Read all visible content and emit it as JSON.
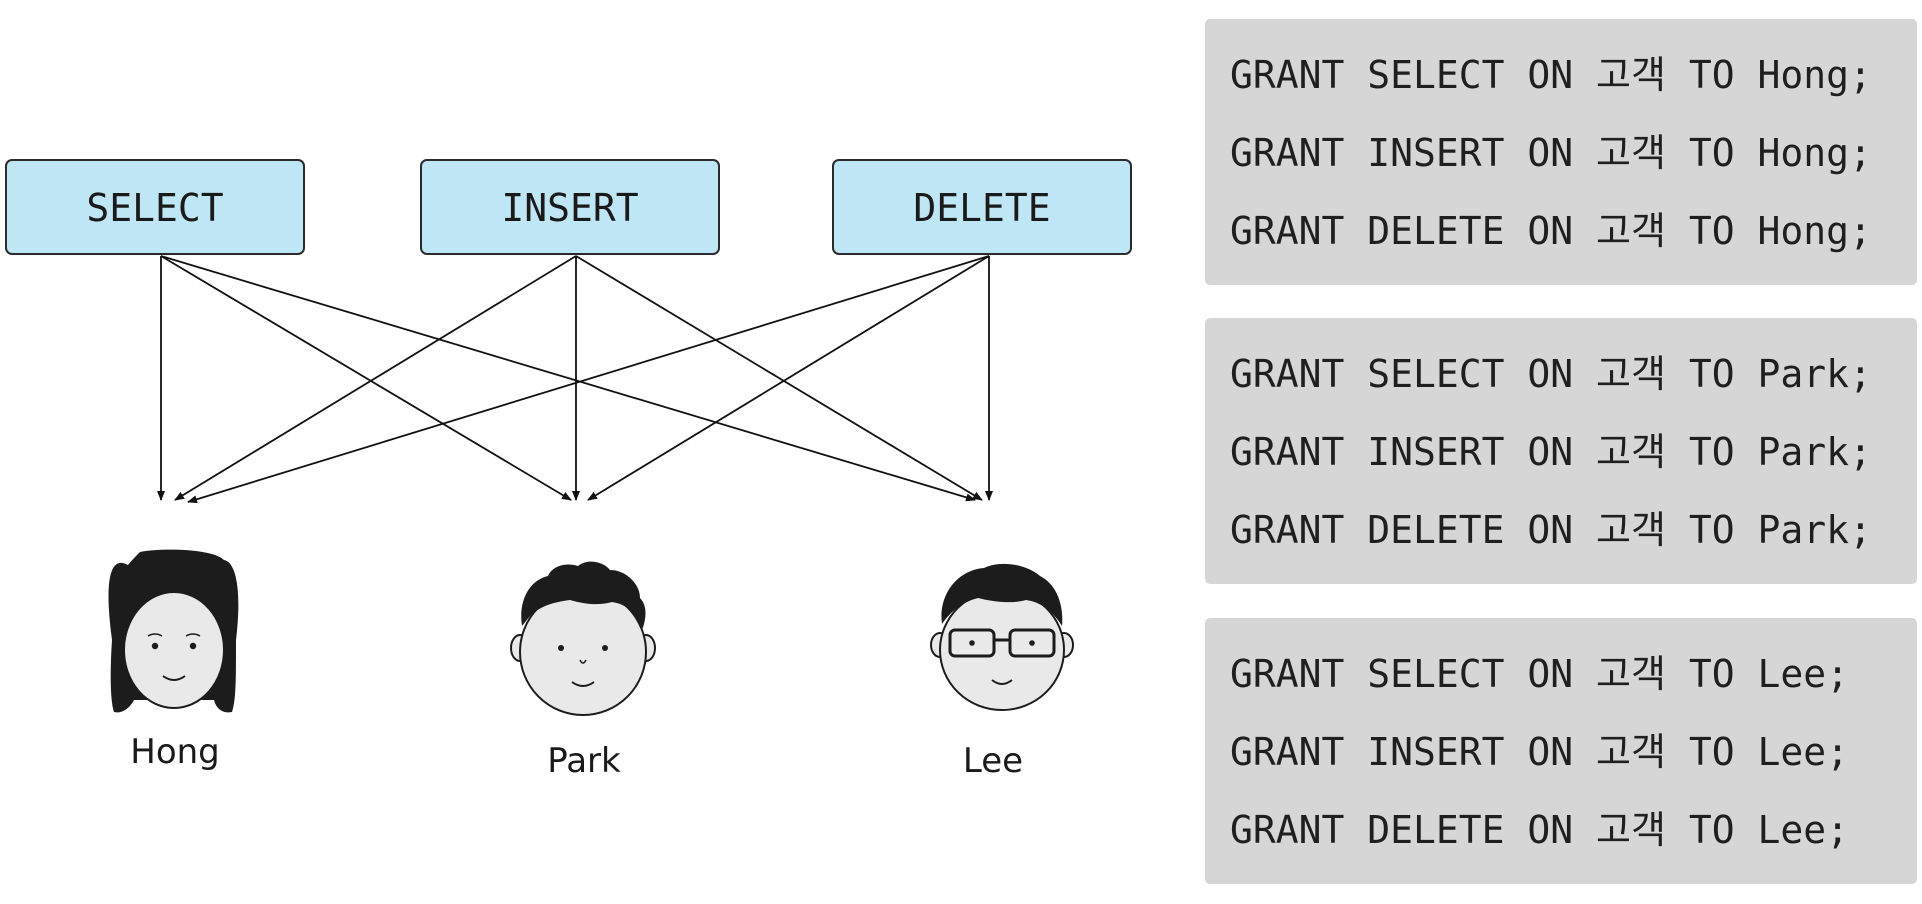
{
  "privileges": [
    {
      "id": "select",
      "label": "SELECT"
    },
    {
      "id": "insert",
      "label": "INSERT"
    },
    {
      "id": "delete",
      "label": "DELETE"
    }
  ],
  "users": [
    {
      "id": "hong",
      "name": "Hong"
    },
    {
      "id": "park",
      "name": "Park"
    },
    {
      "id": "lee",
      "name": "Lee"
    }
  ],
  "colors": {
    "privilege_box_fill": "#bfe6f5",
    "privilege_box_border": "#2b2b2b",
    "code_panel_bg": "#d6d6d6",
    "arrow": "#111111",
    "face_skin": "#e9e9e9",
    "hair": "#1c1c1c"
  },
  "grant_panels": [
    {
      "user": "Hong",
      "lines": [
        "GRANT SELECT ON 고객 TO Hong;",
        "GRANT INSERT ON 고객 TO Hong;",
        "GRANT DELETE ON 고객 TO Hong;"
      ]
    },
    {
      "user": "Park",
      "lines": [
        "GRANT SELECT ON 고객 TO Park;",
        "GRANT INSERT ON 고객 TO Park;",
        "GRANT DELETE ON 고객 TO Park;"
      ]
    },
    {
      "user": "Lee",
      "lines": [
        "GRANT SELECT ON 고객 TO Lee;",
        "GRANT INSERT ON 고객 TO Lee;",
        "GRANT DELETE ON 고객 TO Lee;"
      ]
    }
  ]
}
